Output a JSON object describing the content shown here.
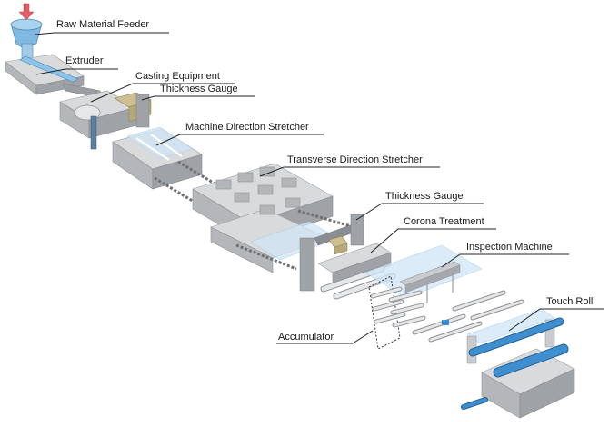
{
  "labels": {
    "raw_material_feeder": "Raw Material Feeder",
    "extruder": "Extruder",
    "casting_equipment": "Casting Equipment",
    "thickness_gauge_1": "Thickness Gauge",
    "machine_direction_stretcher": "Machine Direction Stretcher",
    "transverse_direction_stretcher": "Transverse Direction Stretcher",
    "thickness_gauge_2": "Thickness Gauge",
    "corona_treatment": "Corona Treatment",
    "inspection_machine": "Inspection Machine",
    "touch_roll": "Touch Roll",
    "accumulator": "Accumulator"
  },
  "colors": {
    "film": "#cfe6f6",
    "accent_blue": "#3d8fd0",
    "feed_arrow": "#e0606a",
    "machine_grey": "#b4b6ba"
  }
}
